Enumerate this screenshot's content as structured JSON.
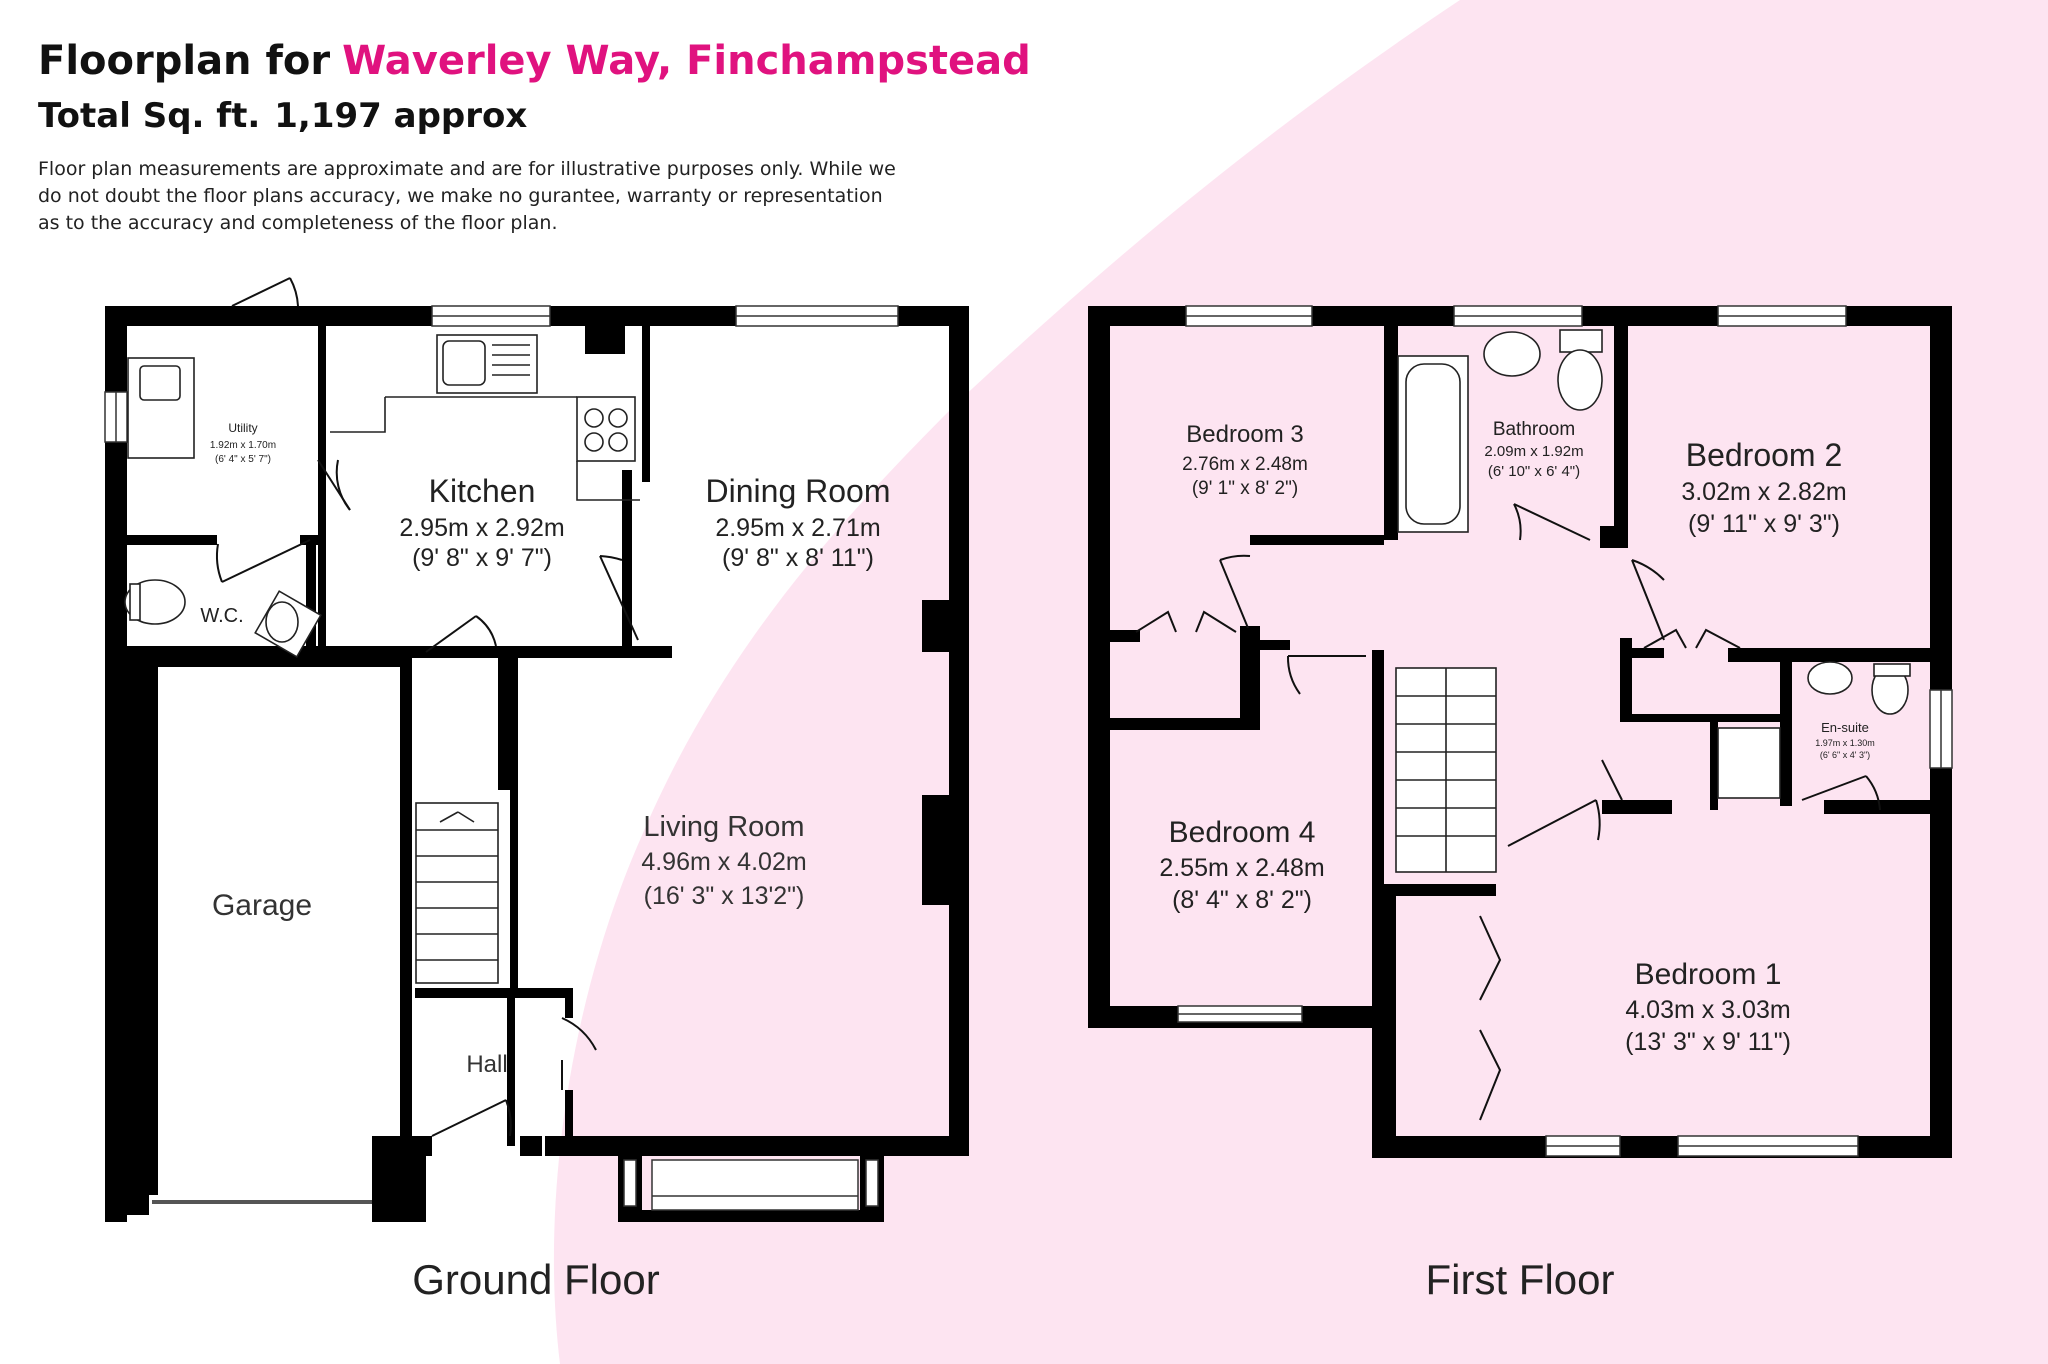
{
  "header": {
    "title_prefix": "Floorplan for",
    "address": "Waverley Way, Finchampstead",
    "total_label": "Total Sq. ft.",
    "total_value": "1,197 approx",
    "disclaimer": "Floor plan measurements are approximate and are for illustrative purposes only. While we do not doubt the floor plans accuracy, we make no gurantee, warranty or representation as to the accuracy and completeness of the floor plan."
  },
  "colors": {
    "accent": "#e0127f",
    "background_blob": "#fde4f1",
    "wall": "#000000"
  },
  "floors": {
    "ground": "Ground Floor",
    "first": "First Floor"
  },
  "rooms": {
    "utility": {
      "name": "Utility",
      "metric": "1.92m x 1.70m",
      "imperial": "(6' 4\" x 5' 7\")"
    },
    "wc": {
      "name": "W.C."
    },
    "kitchen": {
      "name": "Kitchen",
      "metric": "2.95m x 2.92m",
      "imperial": "(9' 8\" x 9' 7\")"
    },
    "dining": {
      "name": "Dining Room",
      "metric": "2.95m x 2.71m",
      "imperial": "(9' 8\" x 8' 11\")"
    },
    "living": {
      "name": "Living Room",
      "metric": "4.96m x 4.02m",
      "imperial": "(16' 3\" x 13'2\")"
    },
    "garage": {
      "name": "Garage"
    },
    "hall": {
      "name": "Hall"
    },
    "bedroom3": {
      "name": "Bedroom 3",
      "metric": "2.76m x 2.48m",
      "imperial": "(9' 1\" x 8' 2\")"
    },
    "bathroom": {
      "name": "Bathroom",
      "metric": "2.09m x 1.92m",
      "imperial": "(6' 10\" x 6' 4\")"
    },
    "bedroom2": {
      "name": "Bedroom 2",
      "metric": "3.02m x 2.82m",
      "imperial": "(9' 11\" x 9' 3\")"
    },
    "ensuite": {
      "name": "En-suite",
      "metric": "1.97m x 1.30m",
      "imperial": "(6' 6\" x 4' 3\")"
    },
    "bedroom4": {
      "name": "Bedroom 4",
      "metric": "2.55m x 2.48m",
      "imperial": "(8' 4\" x 8' 2\")"
    },
    "bedroom1": {
      "name": "Bedroom 1",
      "metric": "4.03m x 3.03m",
      "imperial": "(13' 3\" x 9' 11\")"
    }
  }
}
